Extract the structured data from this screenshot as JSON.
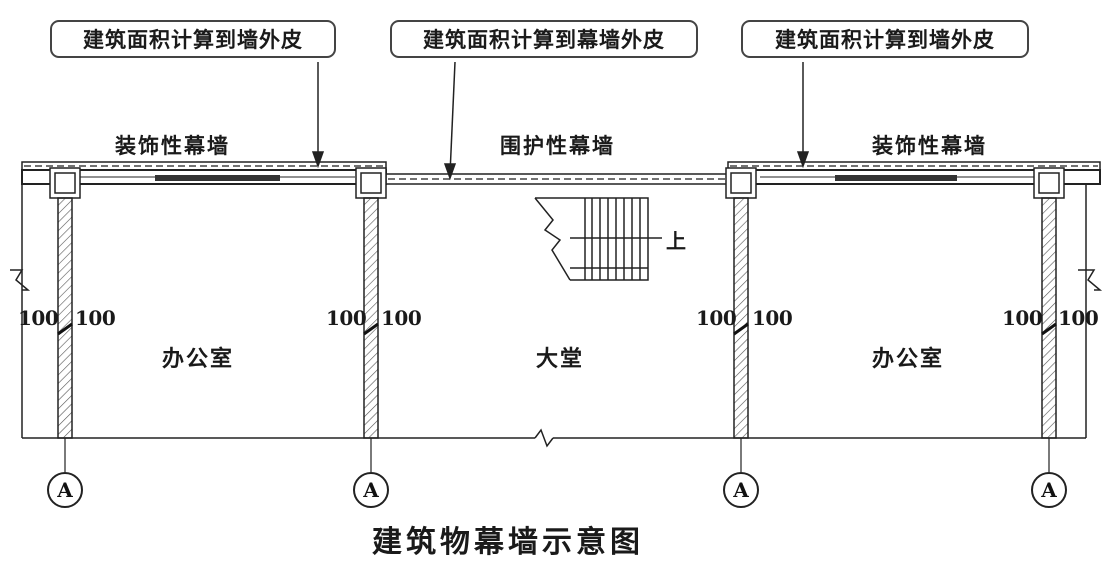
{
  "callouts": {
    "left": "建筑面积计算到墙外皮",
    "center": "建筑面积计算到幕墙外皮",
    "right": "建筑面积计算到墙外皮"
  },
  "wall_labels": {
    "left": "装饰性幕墙",
    "center": "围护性幕墙",
    "right": "装饰性幕墙"
  },
  "rooms": {
    "left": "办公室",
    "center": "大堂",
    "right": "办公室"
  },
  "stair": {
    "up_label": "上"
  },
  "dimensions": [
    {
      "left": "100",
      "right": "100"
    },
    {
      "left": "100",
      "right": "100"
    },
    {
      "left": "100",
      "right": "100"
    },
    {
      "left": "100",
      "right": "100"
    }
  ],
  "axes": [
    "A",
    "A",
    "A",
    "A"
  ],
  "caption": "建筑物幕墙示意图"
}
